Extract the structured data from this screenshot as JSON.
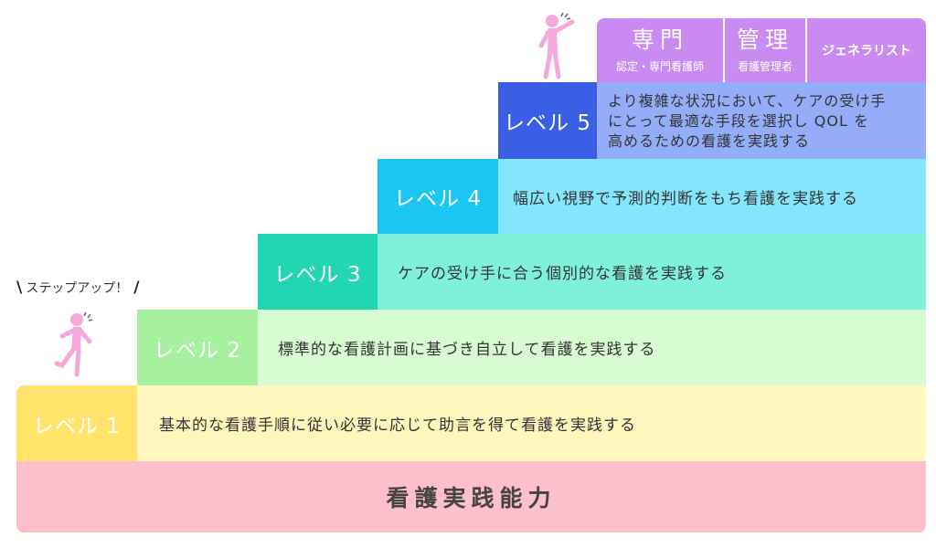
{
  "base_label": "看護実践能力",
  "callout": {
    "text": "ステップアップ！"
  },
  "header": {
    "specialist": {
      "title": "専門",
      "subtitle": "認定・専門看護師"
    },
    "management": {
      "title": "管理",
      "subtitle": "看護管理者"
    },
    "generalist": {
      "title": "ジェネラリスト"
    }
  },
  "levels": [
    {
      "label": "レベル 1",
      "description": "基本的な看護手順に従い必要に応じて助言を得て看護を実践する",
      "color": "#ffe36b",
      "desc_color": "#fff6bd"
    },
    {
      "label": "レベル 2",
      "description": "標準的な看護計画に基づき自立して看護を実践する",
      "color": "#a6f0a0",
      "desc_color": "#d7fcd1"
    },
    {
      "label": "レベル 3",
      "description": "ケアの受け手に合う個別的な看護を実践する",
      "color": "#22d6b4",
      "desc_color": "#7ff0dc"
    },
    {
      "label": "レベル 4",
      "description": "幅広い視野で予測的判断をもち看護を実践する",
      "color": "#1bc6f2",
      "desc_color": "#84e6fd"
    },
    {
      "label": "レベル 5",
      "description_lines": [
        "より複雑な状況において、ケアの受け手",
        "にとって最適な手段を選択し QOL を",
        "高めるための看護を実践する"
      ],
      "color": "#3a5ee4",
      "desc_color": "#93adf9"
    }
  ],
  "colors": {
    "base": "#fdbfcb",
    "header": "#c98af2",
    "figure": "#f5a8dd"
  },
  "icons": [
    "person-cheering-icon",
    "person-jumping-icon"
  ]
}
